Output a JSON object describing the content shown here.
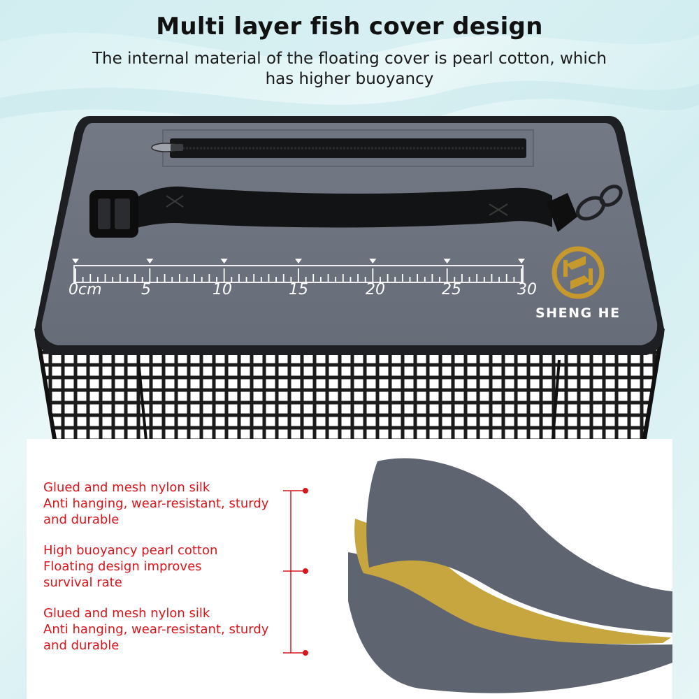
{
  "header": {
    "title": "Multi layer fish cover design",
    "subtitle": "The internal material of the floating cover is pearl cotton, which has higher buoyancy"
  },
  "product": {
    "ruler_labels": [
      "0cm",
      "5",
      "10",
      "15",
      "20",
      "25",
      "30"
    ],
    "brand_name": "SHENG HE"
  },
  "features": [
    {
      "lines": [
        "Glued and mesh nylon silk",
        "Anti hanging, wear-resistant, sturdy",
        "and durable"
      ]
    },
    {
      "lines": [
        "High buoyancy pearl cotton",
        "Floating design improves",
        "survival rate"
      ]
    },
    {
      "lines": [
        "Glued and mesh nylon silk",
        "Anti hanging, wear-resistant, sturdy",
        "and durable"
      ]
    }
  ],
  "colors": {
    "cover_gray": "#6b717c",
    "layer_gray": "#5f6570",
    "pearl_cotton_gold": "#c8a63f",
    "logo_gold": "#c7992c",
    "feature_red": "#d9151b"
  }
}
